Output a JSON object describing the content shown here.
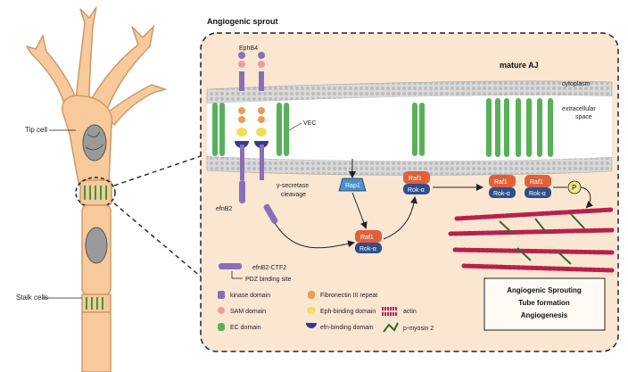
{
  "title": "Angiogenic sprout",
  "left_labels": {
    "tip_cell": "Tip cell",
    "stalk_cells": "Stalk cells"
  },
  "region_labels": {
    "mature_aj": "mature AJ",
    "cytoplasm": "cytoplasm",
    "extracellular_1": "extracellular",
    "extracellular_2": "space"
  },
  "molecules": {
    "ephb4": "EphB4",
    "vec": "VEC",
    "efnb2": "efnB2",
    "gamma_secretase_1": "γ-secretase",
    "gamma_secretase_2": "cleavage",
    "rap1": "Rap1",
    "raf1": "Raf1",
    "rok": "Rok-α",
    "p": "P"
  },
  "legend": {
    "cleaved_fragment": "efnB2-CTF2",
    "pdz": "PDZ binding site",
    "items": [
      {
        "label": "kinase domain",
        "icon": "kinase-domain-icon",
        "color": "#8a6fb8"
      },
      {
        "label": "Fibronectin III repeat",
        "icon": "fibronectin-icon",
        "color": "#e8a050"
      },
      {
        "label": "SAM domain",
        "icon": "sam-domain-icon",
        "color": "#e8a0a0"
      },
      {
        "label": "Eph-binding domain",
        "icon": "eph-binding-icon",
        "color": "#f2dc5a"
      },
      {
        "label": "EC domain",
        "icon": "ec-domain-icon",
        "color": "#58b058"
      },
      {
        "label": "efn-binding domain",
        "icon": "efn-binding-icon",
        "color": "#3a3a8a"
      },
      {
        "label": "actin",
        "icon": "actin-icon",
        "color": "#b8204a"
      },
      {
        "label": "p-myosin 2",
        "icon": "myosin-icon",
        "color": "#2e6b2e"
      }
    ]
  },
  "outcome_box": {
    "line1": "Angiogenic Sprouting",
    "line2": "Tube formation",
    "line3": "Angiogenesis"
  },
  "colors": {
    "cell": "#f8c99a",
    "cell_outline": "#c99a6a",
    "membrane": "#c8c8c8",
    "panel_bg": "#f9e4cf",
    "raf": "#e0603a",
    "rok": "#2f4f8a",
    "rap": "#4a90d0"
  }
}
